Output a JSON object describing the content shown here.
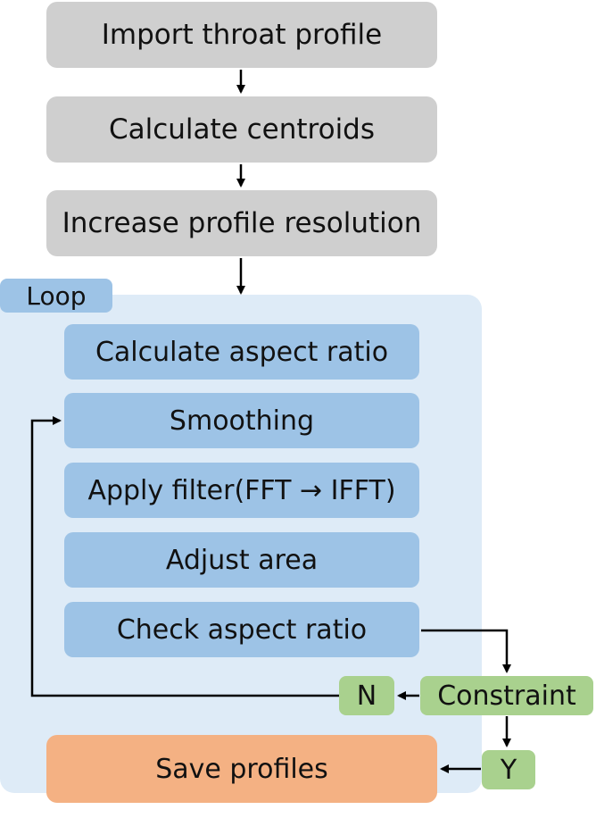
{
  "steps": {
    "import": "Import throat profile",
    "centroids": "Calculate centroids",
    "resolution": "Increase profile resolution"
  },
  "loop": {
    "label": "Loop",
    "steps": {
      "aspect_ratio": "Calculate aspect ratio",
      "smoothing": "Smoothing",
      "filter": "Apply filter(FFT → IFFT)",
      "adjust_area": "Adjust area",
      "check_aspect": "Check aspect ratio"
    }
  },
  "decision": {
    "constraint": "Constraint",
    "no": "N",
    "yes": "Y"
  },
  "output": {
    "save": "Save profiles"
  },
  "colors": {
    "top_steps": "#cfcfcf",
    "loop_region": "#deebf7",
    "loop_steps": "#9dc3e6",
    "decision": "#a9d18e",
    "output": "#f4b183",
    "arrow": "#000000"
  }
}
